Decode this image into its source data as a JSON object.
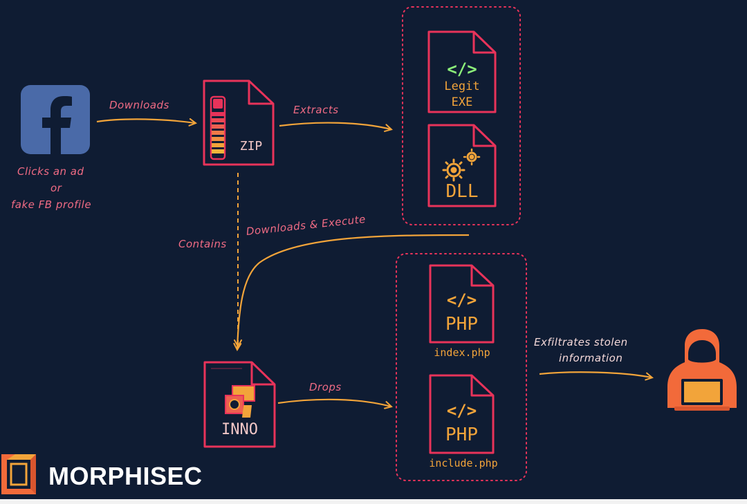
{
  "source": {
    "label_lines": [
      "Clicks an ad",
      "or",
      "fake FB profile"
    ]
  },
  "edges": {
    "downloads": "Downloads",
    "extracts": "Extracts",
    "contains": "Contains",
    "downloads_execute": "Downloads & Execute",
    "drops": "Drops",
    "exfiltrates_lines": [
      "Exfiltrates stolen",
      "information"
    ]
  },
  "files": {
    "zip": "ZIP",
    "legit_exe_lines": [
      "Legit",
      "EXE"
    ],
    "legit_exe_symbol": "</>",
    "dll": "DLL",
    "inno": "INNO",
    "php_symbol": "</>",
    "php1_type": "PHP",
    "php1_name": "index.php",
    "php2_type": "PHP",
    "php2_name": "include.php"
  },
  "brand": {
    "name": "MORPHISEC"
  },
  "colors": {
    "background": "#0f1c33",
    "file_stroke": "#e8335a",
    "arrow": "#f2a43a",
    "edge_text": "#f06b84",
    "code_green": "#8cf07a",
    "hacker": "#f26a3a"
  }
}
